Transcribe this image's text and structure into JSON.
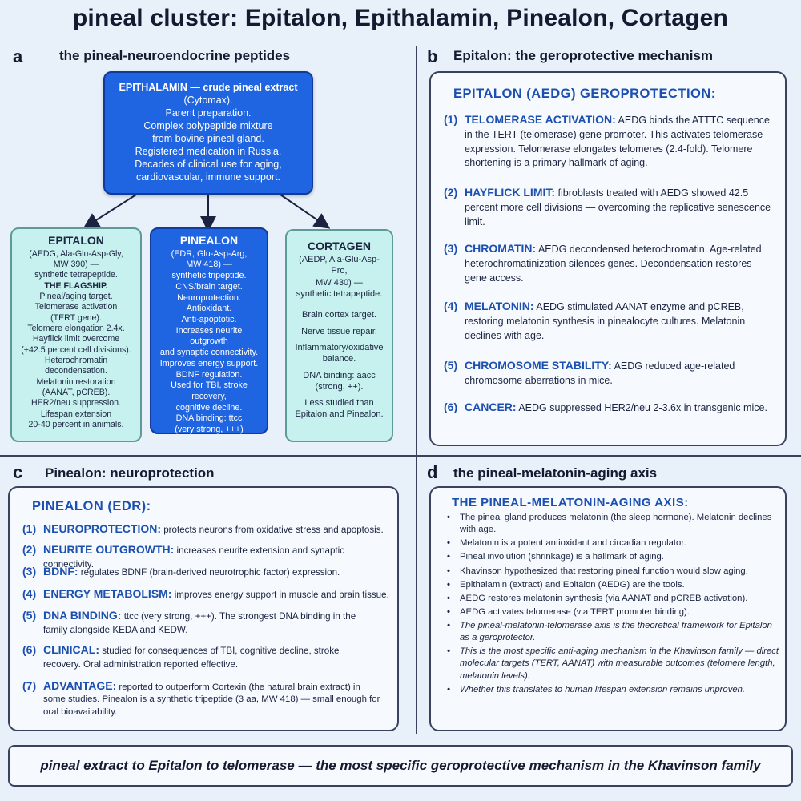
{
  "title": "pineal cluster: Epitalon, Epithalamin, Pinealon, Cortagen",
  "panel_a": {
    "letter": "a",
    "title": "the pineal-neuroendocrine peptides",
    "root": {
      "lead": "EPITHALAMIN — crude pineal extract",
      "lines": [
        "(Cytomax).",
        "Parent preparation.",
        "Complex polypeptide mixture",
        "from bovine pineal gland.",
        "Registered medication in Russia.",
        "Decades of clinical use for aging,",
        "cardiovascular, immune support."
      ]
    },
    "epitalon": {
      "name": "EPITALON",
      "spec": [
        "(AEDG, Ala-Glu-Asp-Gly,",
        "MW 390) —",
        "synthetic tetrapeptide."
      ],
      "flag": "THE FLAGSHIP.",
      "lines": [
        "Pineal/aging target.",
        "Telomerase activation",
        "(TERT gene).",
        "Telomere elongation 2.4x.",
        "Hayflick limit overcome",
        "(+42.5 percent cell divisions).",
        "Heterochromatin",
        "decondensation.",
        "Melatonin restoration",
        "(AANAT, pCREB).",
        "HER2/neu suppression.",
        "Lifespan extension",
        "20-40 percent in animals."
      ]
    },
    "pinealon": {
      "name": "PINEALON",
      "lines": [
        "(EDR, Glu-Asp-Arg,",
        "MW 418) —",
        "synthetic tripeptide.",
        "CNS/brain target.",
        "Neuroprotection.",
        "Antioxidant.",
        "Anti-apoptotic.",
        "Increases neurite outgrowth",
        "and synaptic connectivity.",
        "Improves energy support.",
        "BDNF regulation.",
        "Used for TBI, stroke recovery,",
        "cognitive decline.",
        "DNA binding: ttcc",
        "(very strong, +++)"
      ]
    },
    "cortagen": {
      "name": "CORTAGEN",
      "spec": [
        "(AEDP, Ala-Glu-Asp-Pro,",
        "MW 430) —",
        "synthetic tetrapeptide."
      ],
      "lines": [
        "Brain cortex target.",
        "Nerve tissue repair.",
        "Inflammatory/oxidative balance.",
        "DNA binding: aacc (strong, ++).",
        "Less studied than Epitalon and Pinealon."
      ]
    }
  },
  "panel_b": {
    "letter": "b",
    "title": "Epitalon: the geroprotective mechanism",
    "heading": "EPITALON (AEDG) GEROPROTECTION:",
    "items": [
      {
        "num": "(1)",
        "kw": "TELOMERASE ACTIVATION:",
        "text": " AEDG binds the ATTTC sequence in the TERT (telomerase) gene promoter. This activates telomerase expression. Telomerase elongates telomeres (2.4-fold). Telomere shortening is a primary hallmark of aging."
      },
      {
        "num": "(2)",
        "kw": "HAYFLICK LIMIT:",
        "text": " fibroblasts treated with AEDG showed 42.5 percent more cell divisions — overcoming the replicative senescence limit."
      },
      {
        "num": "(3)",
        "kw": "CHROMATIN:",
        "text": " AEDG decondensed heterochromatin. Age-related heterochromatinization silences genes. Decondensation restores gene access."
      },
      {
        "num": "(4)",
        "kw": "MELATONIN:",
        "text": " AEDG stimulated AANAT enzyme and pCREB, restoring melatonin synthesis in pinealocyte cultures. Melatonin declines with age."
      },
      {
        "num": "(5)",
        "kw": "CHROMOSOME STABILITY:",
        "text": " AEDG reduced age-related chromosome aberrations in mice."
      },
      {
        "num": "(6)",
        "kw": "CANCER:",
        "text": " AEDG suppressed HER2/neu 2-3.6x in transgenic mice."
      }
    ]
  },
  "panel_c": {
    "letter": "c",
    "title": "Pinealon: neuroprotection",
    "heading": "PINEALON (EDR):",
    "items": [
      {
        "num": "(1)",
        "kw": "NEUROPROTECTION:",
        "text": " protects neurons from oxidative stress and apoptosis."
      },
      {
        "num": "(2)",
        "kw": "NEURITE OUTGROWTH:",
        "text": " increases neurite extension and synaptic connectivity."
      },
      {
        "num": "(3)",
        "kw": "BDNF:",
        "text": " regulates BDNF (brain-derived neurotrophic factor) expression."
      },
      {
        "num": "(4)",
        "kw": "ENERGY METABOLISM:",
        "text": " improves energy support in muscle and brain tissue."
      },
      {
        "num": "(5)",
        "kw": "DNA BINDING:",
        "text": " ttcc (very strong, +++). The strongest DNA binding in the family alongside KEDA and KEDW."
      },
      {
        "num": "(6)",
        "kw": "CLINICAL:",
        "text": " studied for consequences of TBI, cognitive decline, stroke recovery. Oral administration reported effective."
      },
      {
        "num": "(7)",
        "kw": "ADVANTAGE:",
        "text": " reported to outperform Cortexin (the natural brain extract) in some studies. Pinealon is a synthetic tripeptide (3 aa, MW 418) — small enough for oral bioavailability."
      }
    ]
  },
  "panel_d": {
    "letter": "d",
    "title": "the pineal-melatonin-aging axis",
    "heading": "THE PINEAL-MELATONIN-AGING AXIS:",
    "bullets": [
      "The pineal gland produces melatonin (the sleep hormone). Melatonin declines with age.",
      "Melatonin is a potent antioxidant and circadian regulator.",
      "Pineal involution (shrinkage) is a hallmark of aging.",
      "Khavinson hypothesized that restoring pineal function would slow aging.",
      "Epithalamin (extract) and Epitalon (AEDG) are the tools.",
      "AEDG restores melatonin synthesis (via AANAT and pCREB activation).",
      "AEDG activates telomerase (via TERT promoter binding)."
    ],
    "bullets_italic": [
      "The pineal-melatonin-telomerase axis is the theoretical framework for Epitalon as a geroprotector.",
      "This is the most specific anti-aging mechanism in the Khavinson family — direct molecular targets (TERT, AANAT) with measurable outcomes (telomere length, melatonin levels).",
      "Whether this translates to human lifespan extension remains unproven."
    ]
  },
  "footer": "pineal extract to Epitalon to telomerase — the most specific geroprotective mechanism in the Khavinson family"
}
